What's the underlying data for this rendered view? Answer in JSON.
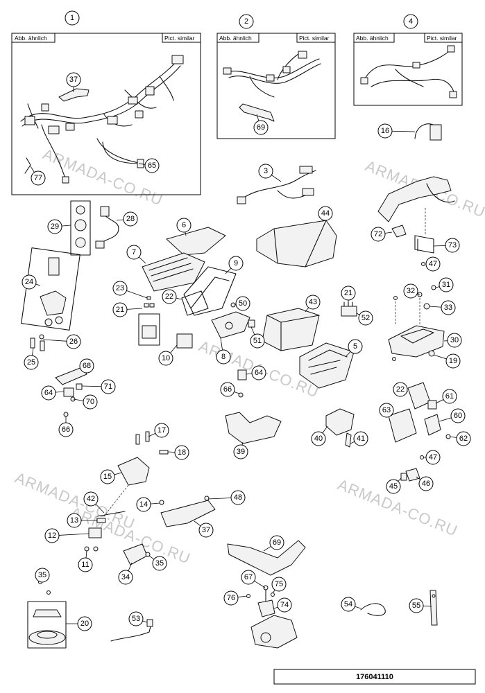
{
  "labels": {
    "illustration_de": "Abb. ähnlich",
    "illustration_en": "Pict. similar"
  },
  "watermark": "ARMADA-CO.RU",
  "drawing_number": "176041110",
  "callouts": [
    "1",
    "2",
    "3",
    "4",
    "5",
    "6",
    "7",
    "8",
    "9",
    "10",
    "11",
    "12",
    "13",
    "14",
    "15",
    "16",
    "17",
    "18",
    "19",
    "20",
    "21",
    "21",
    "22",
    "22",
    "23",
    "24",
    "25",
    "26",
    "28",
    "29",
    "30",
    "31",
    "32",
    "33",
    "34",
    "35",
    "35",
    "37",
    "37",
    "39",
    "40",
    "41",
    "42",
    "43",
    "44",
    "45",
    "46",
    "47",
    "47",
    "48",
    "50",
    "51",
    "52",
    "53",
    "54",
    "55",
    "60",
    "61",
    "62",
    "63",
    "64",
    "64",
    "65",
    "66",
    "66",
    "67",
    "68",
    "69",
    "69",
    "70",
    "71",
    "72",
    "73",
    "74",
    "75",
    "76",
    "77"
  ]
}
